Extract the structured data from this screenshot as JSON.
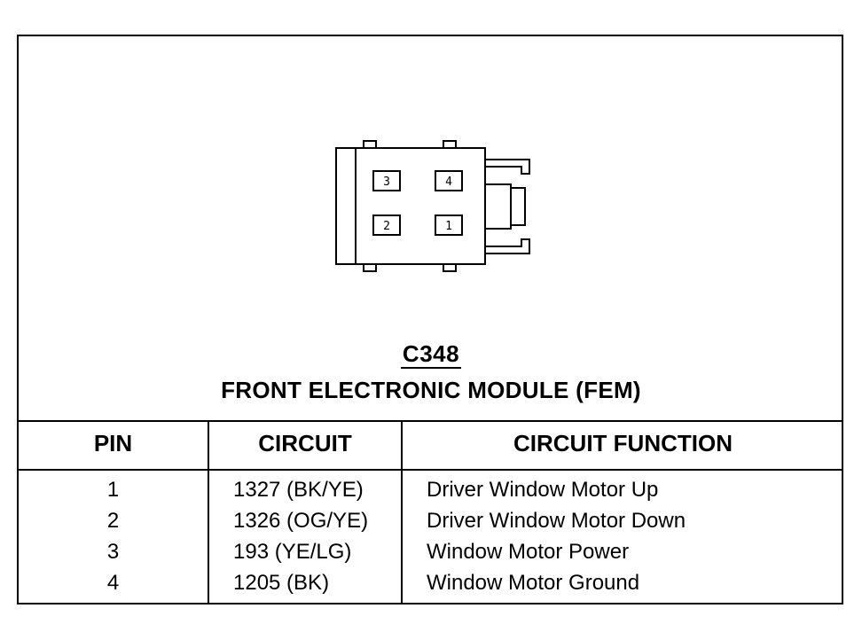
{
  "connector": {
    "id": "C348",
    "name": "FRONT ELECTRONIC MODULE (FEM)",
    "pins_diagram": [
      "3",
      "4",
      "2",
      "1"
    ]
  },
  "table": {
    "headers": {
      "pin": "PIN",
      "circuit": "CIRCUIT",
      "function": "CIRCUIT FUNCTION"
    },
    "rows": [
      {
        "pin": "1",
        "circuit": "1327 (BK/YE)",
        "function": "Driver Window Motor Up"
      },
      {
        "pin": "2",
        "circuit": "1326 (OG/YE)",
        "function": "Driver Window Motor Down"
      },
      {
        "pin": "3",
        "circuit": "193 (YE/LG)",
        "function": "Window Motor Power"
      },
      {
        "pin": "4",
        "circuit": "1205 (BK)",
        "function": "Window Motor Ground"
      }
    ]
  }
}
